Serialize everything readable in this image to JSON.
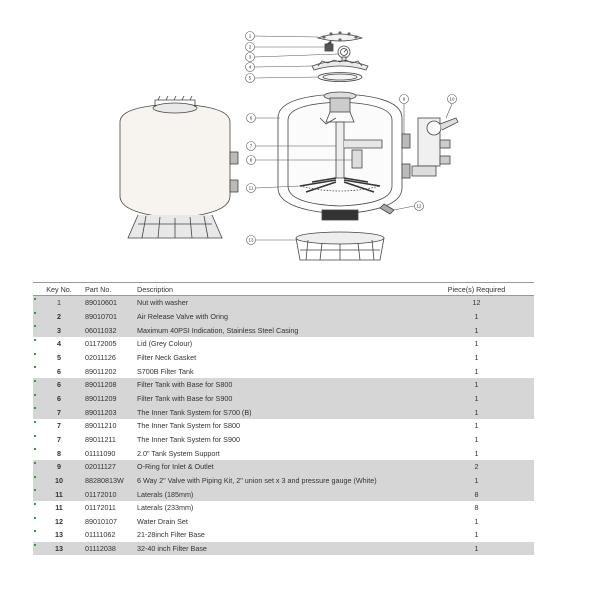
{
  "diagram": {
    "callouts": [
      "1",
      "2",
      "3",
      "4",
      "5",
      "6",
      "7",
      "8",
      "9",
      "10",
      "11",
      "12",
      "13"
    ]
  },
  "table": {
    "headers": {
      "key": "Key No.",
      "part": "Part No.",
      "desc": "Description",
      "qty": "Piece(s) Required"
    },
    "rows": [
      {
        "key": "1",
        "part": "89010601",
        "desc": "Nut with washer",
        "qty": "12",
        "shaded": true,
        "bold": false
      },
      {
        "key": "2",
        "part": "89010701",
        "desc": "Air Release Valve with Oring",
        "qty": "1",
        "shaded": true,
        "bold": true
      },
      {
        "key": "3",
        "part": "06011032",
        "desc": "Maximum 40PSI Indication, Stainless Steel Casing",
        "qty": "1",
        "shaded": true,
        "bold": true
      },
      {
        "key": "4",
        "part": "01172005",
        "desc": "Lid  (Grey Colour)",
        "qty": "1",
        "shaded": false,
        "bold": true
      },
      {
        "key": "5",
        "part": "02011126",
        "desc": "Filter Neck Gasket",
        "qty": "1",
        "shaded": false,
        "bold": true
      },
      {
        "key": "6",
        "part": "89011202",
        "desc": "S700B Filter Tank",
        "qty": "1",
        "shaded": false,
        "bold": true
      },
      {
        "key": "6",
        "part": "89011208",
        "desc": "Filter Tank with Base for S800",
        "qty": "1",
        "shaded": true,
        "bold": true
      },
      {
        "key": "6",
        "part": "89011209",
        "desc": "Filter Tank with Base for S900",
        "qty": "1",
        "shaded": true,
        "bold": true
      },
      {
        "key": "7",
        "part": "89011203",
        "desc": "The Inner Tank System for S700 (B)",
        "qty": "1",
        "shaded": true,
        "bold": true
      },
      {
        "key": "7",
        "part": "89011210",
        "desc": "The Inner Tank System for S800",
        "qty": "1",
        "shaded": false,
        "bold": true
      },
      {
        "key": "7",
        "part": "89011211",
        "desc": "The Inner Tank System for S900",
        "qty": "1",
        "shaded": false,
        "bold": true
      },
      {
        "key": "8",
        "part": "01111090",
        "desc": "2.0\" Tank System Support",
        "qty": "1",
        "shaded": false,
        "bold": true
      },
      {
        "key": "9",
        "part": "02011127",
        "desc": "O-Ring for Inlet & Outlet",
        "qty": "2",
        "shaded": true,
        "bold": true
      },
      {
        "key": "10",
        "part": "88280813W",
        "desc": "6 Way 2\" Valve with Piping Kit, 2\" union set x 3 and pressure gauge (White)",
        "qty": "1",
        "shaded": true,
        "bold": true
      },
      {
        "key": "11",
        "part": "01172010",
        "desc": "Laterals (185mm)",
        "qty": "8",
        "shaded": true,
        "bold": true
      },
      {
        "key": "11",
        "part": "01172011",
        "desc": "Laterals (233mm)",
        "qty": "8",
        "shaded": false,
        "bold": true
      },
      {
        "key": "12",
        "part": "89010107",
        "desc": "Water Drain Set",
        "qty": "1",
        "shaded": false,
        "bold": true
      },
      {
        "key": "13",
        "part": "01111062",
        "desc": "21-28inch Filter Base",
        "qty": "1",
        "shaded": false,
        "bold": true
      },
      {
        "key": "13",
        "part": "01112038",
        "desc": "32-40 inch Filter Base",
        "qty": "1",
        "shaded": true,
        "bold": true
      }
    ]
  }
}
